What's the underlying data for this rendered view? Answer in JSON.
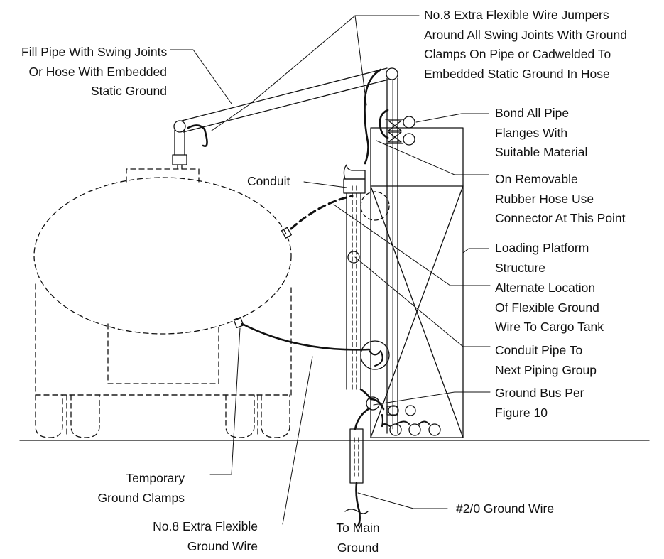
{
  "labels": {
    "fill_pipe": [
      "Fill Pipe With Swing Joints",
      "Or Hose With Embedded",
      "Static Ground"
    ],
    "jumpers": [
      "No.8 Extra Flexible Wire Jumpers",
      "Around All Swing Joints With Ground",
      "Clamps On Pipe or Cadwelded To",
      "Embedded Static Ground In Hose"
    ],
    "bond_flanges": [
      "Bond All Pipe",
      "Flanges With",
      "Suitable Material"
    ],
    "rubber_hose": [
      "On Removable",
      "Rubber Hose Use",
      "Connector At This Point"
    ],
    "conduit": "Conduit",
    "platform": [
      "Loading Platform",
      "Structure"
    ],
    "alternate": [
      "Alternate Location",
      "Of Flexible Ground",
      "Wire To Cargo Tank"
    ],
    "conduit_pipe": [
      "Conduit Pipe To",
      "Next Piping Group"
    ],
    "ground_bus": [
      "Ground Bus Per",
      "Figure 10"
    ],
    "temp_clamps": [
      "Temporary",
      "Ground Clamps"
    ],
    "flex_wire": [
      "No.8 Extra Flexible",
      "Ground Wire"
    ],
    "ground_wire": "#2/0 Ground Wire",
    "to_main": [
      "To Main",
      "Ground"
    ]
  },
  "colors": {
    "line": "#111111",
    "background": "#ffffff"
  }
}
